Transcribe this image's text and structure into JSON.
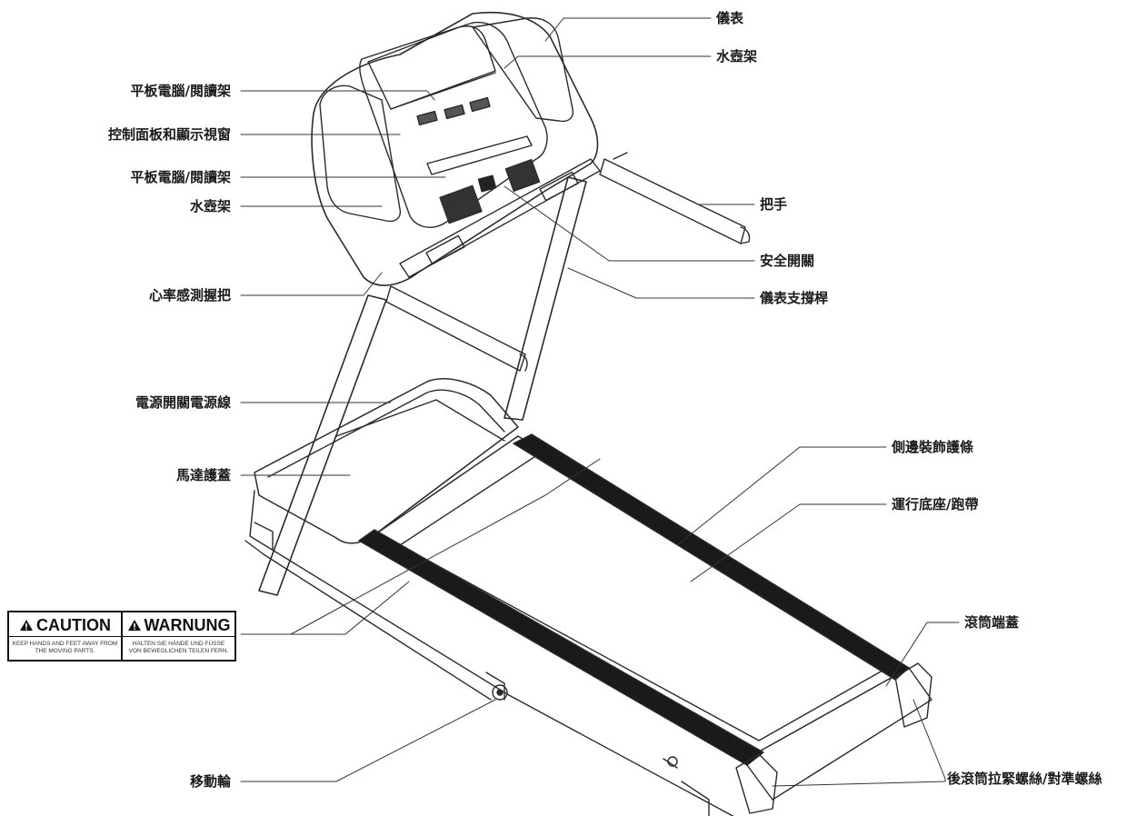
{
  "labels_left": [
    {
      "id": "tablet-holder-upper",
      "text": "平板電腦/閱讀架"
    },
    {
      "id": "control-panel",
      "text": "控制面板和顯示視窗"
    },
    {
      "id": "tablet-holder-lower",
      "text": "平板電腦/閱讀架"
    },
    {
      "id": "bottle-holder-left",
      "text": "水壺架"
    },
    {
      "id": "heart-rate-grip",
      "text": "心率感測握把"
    },
    {
      "id": "power-switch-cord",
      "text": "電源開關電源線"
    },
    {
      "id": "motor-cover",
      "text": "馬達護蓋"
    },
    {
      "id": "wheel",
      "text": "移動輪"
    }
  ],
  "labels_right": [
    {
      "id": "console",
      "text": "儀表"
    },
    {
      "id": "bottle-holder-right",
      "text": "水壺架"
    },
    {
      "id": "handlebar",
      "text": "把手"
    },
    {
      "id": "safety-key",
      "text": "安全開關"
    },
    {
      "id": "console-mast",
      "text": "儀表支撐桿"
    },
    {
      "id": "side-trim",
      "text": "側邊裝飾護條"
    },
    {
      "id": "deck-belt",
      "text": "運行底座/跑帶"
    },
    {
      "id": "roller-endcap",
      "text": "滾筒端蓋"
    },
    {
      "id": "rear-roller-bolt",
      "text": "後滾筒拉緊螺絲/對準螺絲"
    }
  ],
  "caution": {
    "left_title": "CAUTION",
    "left_text": "KEEP HANDS AND FEET AWAY FROM THE MOVING PARTS.",
    "right_title": "WARNUNG",
    "right_text": "HALTEN SIE HÄNDE UND FÜSSE VON BEWEGLICHEN TEILEN FERN."
  }
}
